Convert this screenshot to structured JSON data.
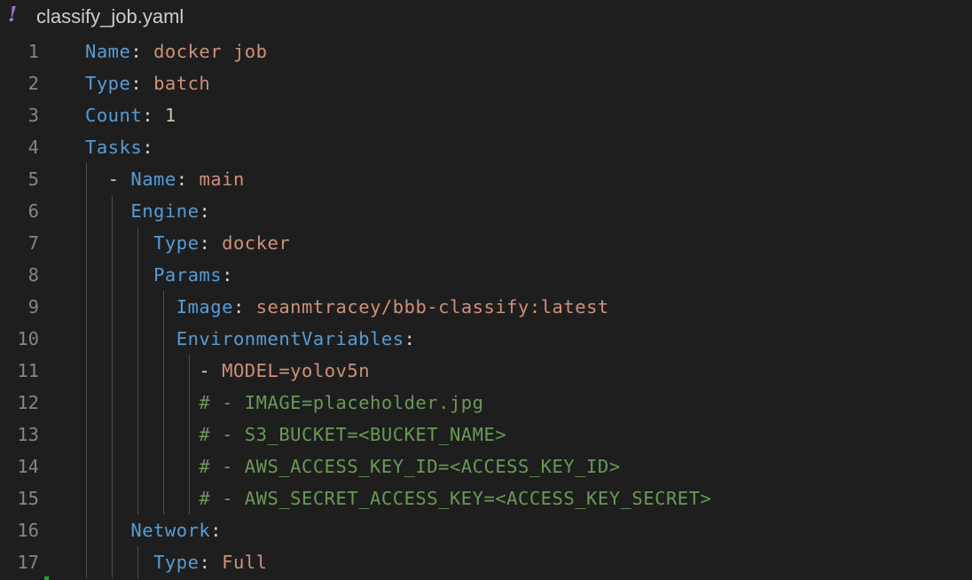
{
  "file": {
    "icon": "!",
    "name": "classify_job.yaml"
  },
  "lines": [
    {
      "num": "1",
      "indent": "",
      "key": "Name",
      "sep": ": ",
      "value": "docker job",
      "vtype": "str"
    },
    {
      "num": "2",
      "indent": "",
      "key": "Type",
      "sep": ": ",
      "value": "batch",
      "vtype": "str"
    },
    {
      "num": "3",
      "indent": "",
      "key": "Count",
      "sep": ": ",
      "value": "1",
      "vtype": "num"
    },
    {
      "num": "4",
      "indent": "",
      "key": "Tasks",
      "sep": ":",
      "value": "",
      "vtype": "str"
    },
    {
      "num": "5",
      "indent": "  - ",
      "key": "Name",
      "sep": ": ",
      "value": "main",
      "vtype": "str"
    },
    {
      "num": "6",
      "indent": "    ",
      "key": "Engine",
      "sep": ":",
      "value": "",
      "vtype": "str"
    },
    {
      "num": "7",
      "indent": "      ",
      "key": "Type",
      "sep": ": ",
      "value": "docker",
      "vtype": "str"
    },
    {
      "num": "8",
      "indent": "      ",
      "key": "Params",
      "sep": ":",
      "value": "",
      "vtype": "str"
    },
    {
      "num": "9",
      "indent": "        ",
      "key": "Image",
      "sep": ": ",
      "value": "seanmtracey/bbb-classify:latest",
      "vtype": "str"
    },
    {
      "num": "10",
      "indent": "        ",
      "key": "EnvironmentVariables",
      "sep": ":",
      "value": "",
      "vtype": "str"
    },
    {
      "num": "11",
      "indent": "          - ",
      "key": "",
      "sep": "",
      "value": "MODEL=yolov5n",
      "vtype": "str"
    },
    {
      "num": "12",
      "indent": "          ",
      "key": "",
      "sep": "",
      "value": "# - IMAGE=placeholder.jpg",
      "vtype": "comment"
    },
    {
      "num": "13",
      "indent": "          ",
      "key": "",
      "sep": "",
      "value": "# - S3_BUCKET=<BUCKET_NAME>",
      "vtype": "comment"
    },
    {
      "num": "14",
      "indent": "          ",
      "key": "",
      "sep": "",
      "value": "# - AWS_ACCESS_KEY_ID=<ACCESS_KEY_ID>",
      "vtype": "comment"
    },
    {
      "num": "15",
      "indent": "          ",
      "key": "",
      "sep": "",
      "value": "# - AWS_SECRET_ACCESS_KEY=<ACCESS_KEY_SECRET>",
      "vtype": "comment"
    },
    {
      "num": "16",
      "indent": "    ",
      "key": "Network",
      "sep": ":",
      "value": "",
      "vtype": "str"
    },
    {
      "num": "17",
      "indent": "      ",
      "key": "Type",
      "sep": ": ",
      "value": "Full",
      "vtype": "str"
    }
  ],
  "colors": {
    "background": "#1e1e1e",
    "key": "#569cd6",
    "string": "#ce9178",
    "number": "#b5cea8",
    "comment": "#6a9955",
    "line_number": "#858585",
    "yaml_icon": "#a074c4"
  }
}
